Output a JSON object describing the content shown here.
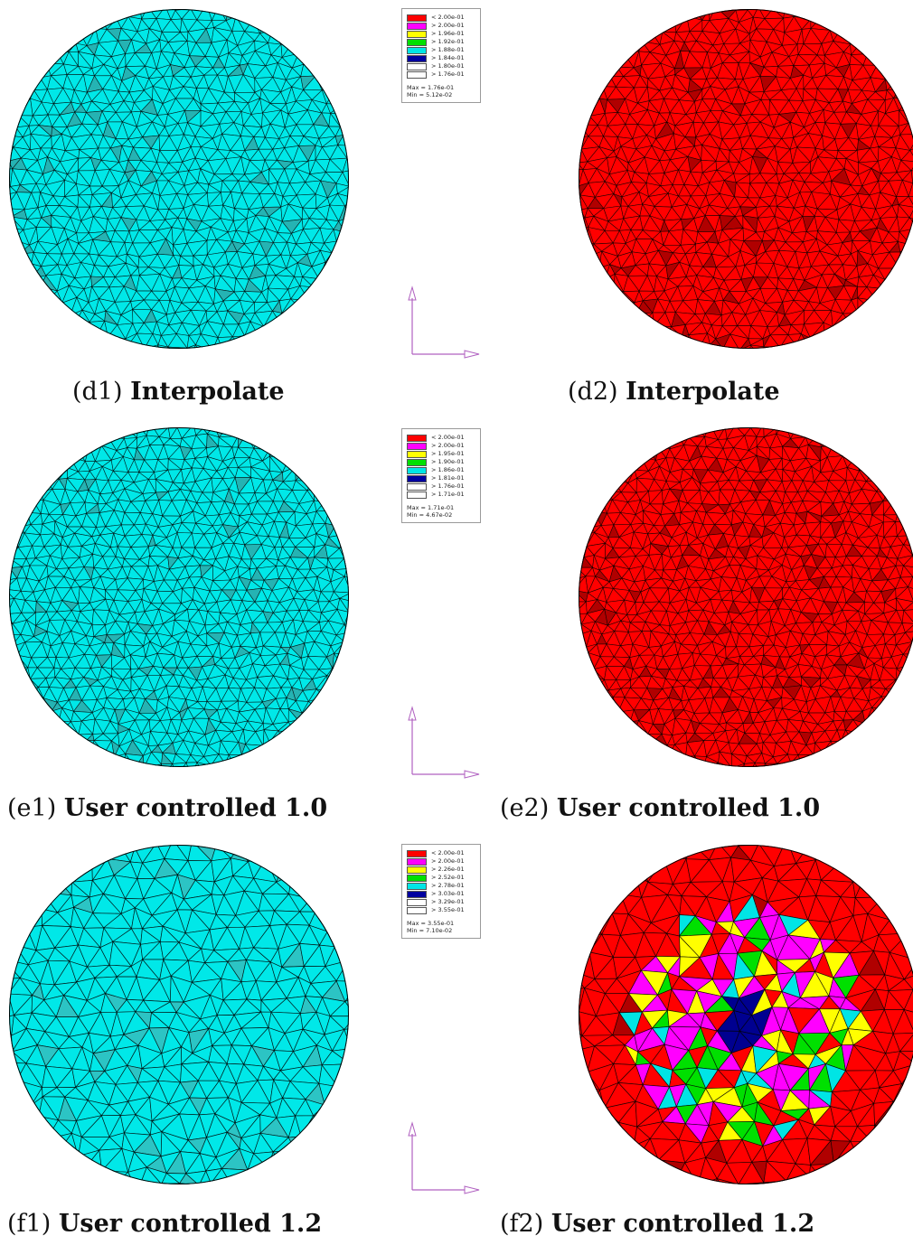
{
  "legend_colors": [
    "#ff0000",
    "#ff00ff",
    "#ffff00",
    "#00e000",
    "#00e5e5",
    "#0000a0",
    "#ffffff"
  ],
  "panels": [
    {
      "left_caption": {
        "tag": "(d1)",
        "label": "Interpolate"
      },
      "right_caption": {
        "tag": "(d2)",
        "label": "Interpolate"
      },
      "legend": {
        "entries": [
          "< 2.00e-01",
          "> 2.00e-01",
          "> 1.96e-01",
          "> 1.92e-01",
          "> 1.88e-01",
          "> 1.84e-01",
          "> 1.80e-01",
          "> 1.76e-01"
        ],
        "max": "Max = 1.76e-01",
        "min": "Min = 5.12e-02"
      }
    },
    {
      "left_caption": {
        "tag": "(e1)",
        "label": "User controlled 1.0"
      },
      "right_caption": {
        "tag": "(e2)",
        "label": "User controlled 1.0"
      },
      "legend": {
        "entries": [
          "< 2.00e-01",
          "> 2.00e-01",
          "> 1.95e-01",
          "> 1.90e-01",
          "> 1.86e-01",
          "> 1.81e-01",
          "> 1.76e-01",
          "> 1.71e-01"
        ],
        "max": "Max = 1.71e-01",
        "min": "Min = 4.67e-02"
      }
    },
    {
      "left_caption": {
        "tag": "(f1)",
        "label": "User controlled 1.2"
      },
      "right_caption": {
        "tag": "(f2)",
        "label": "User controlled 1.2"
      },
      "legend": {
        "entries": [
          "< 2.00e-01",
          "> 2.00e-01",
          "> 2.26e-01",
          "> 2.52e-01",
          "> 2.78e-01",
          "> 3.03e-01",
          "> 3.29e-01",
          "> 3.55e-01"
        ],
        "max": "Max = 3.55e-01",
        "min": "Min = 7.10e-02"
      }
    }
  ]
}
